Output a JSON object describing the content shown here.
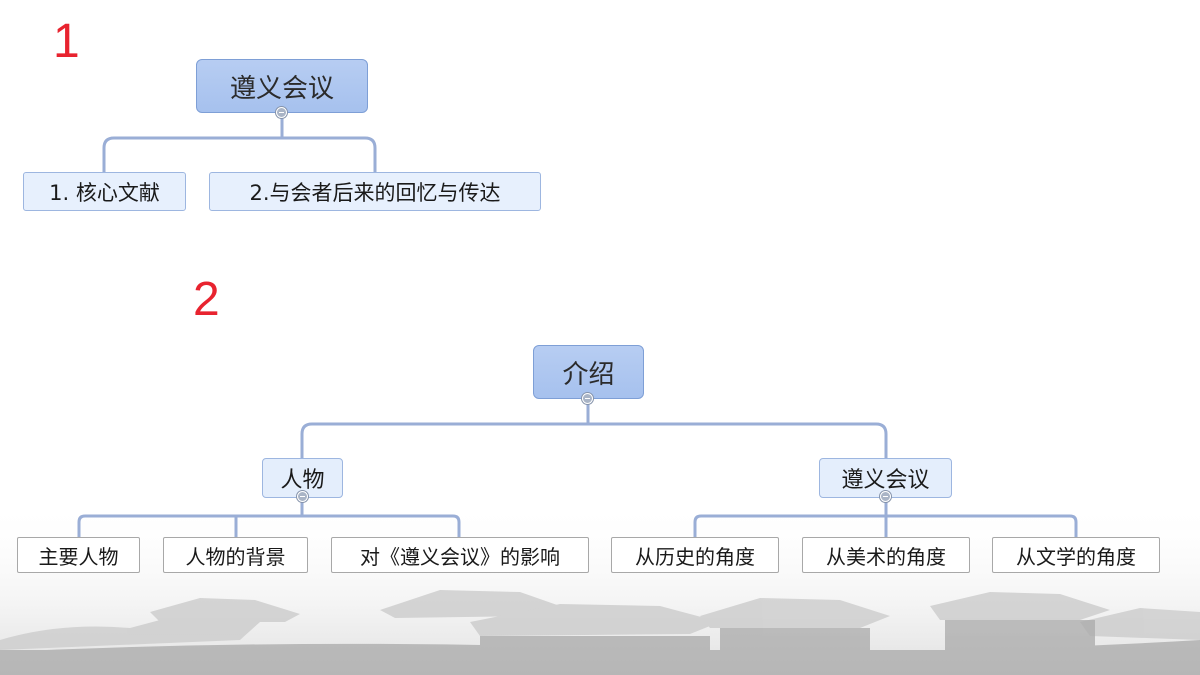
{
  "section_1": {
    "number": "1",
    "root": {
      "label": "遵义会议"
    },
    "children": [
      {
        "label": "1. 核心文献"
      },
      {
        "label": "2.与会者后来的回忆与传达"
      }
    ]
  },
  "section_2": {
    "number": "2",
    "root": {
      "label": "介绍"
    },
    "branches": [
      {
        "label": "人物",
        "children": [
          {
            "label": "主要人物"
          },
          {
            "label": "人物的背景"
          },
          {
            "label": "对《遵义会议》的影响"
          }
        ]
      },
      {
        "label": "遵义会议",
        "children": [
          {
            "label": "从历史的角度"
          },
          {
            "label": "从美术的角度"
          },
          {
            "label": "从文学的角度"
          }
        ]
      }
    ]
  },
  "colors": {
    "connector": "#9aaed6",
    "number": "#e8232f",
    "root_fill": "#a6c1ee",
    "branch_fill": "#e4eefc"
  }
}
